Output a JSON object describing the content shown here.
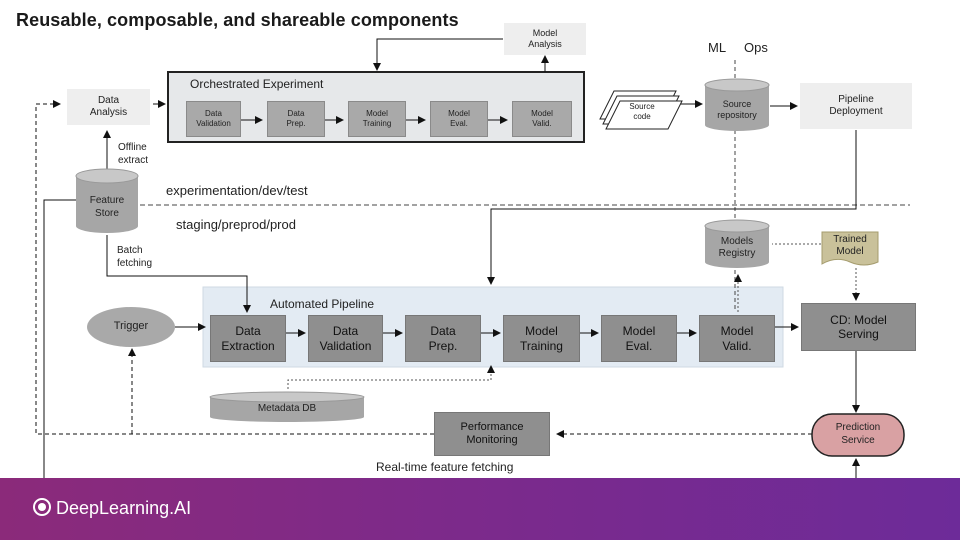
{
  "title": "Reusable, composable, and shareable components",
  "labels": {
    "ml": "ML",
    "ops": "Ops",
    "experimentation": "experimentation/dev/test",
    "staging": "staging/preprod/prod",
    "offline_extract": "Offline\nextract",
    "batch_fetching": "Batch\nfetching",
    "realtime": "Real-time feature fetching"
  },
  "experiment": {
    "title": "Orchestrated Experiment",
    "steps": [
      "Data\nValidation",
      "Data\nPrep.",
      "Model\nTraining",
      "Model\nEval.",
      "Model\nValid."
    ]
  },
  "pipeline": {
    "title": "Automated Pipeline",
    "steps": [
      "Data\nExtraction",
      "Data\nValidation",
      "Data\nPrep.",
      "Model\nTraining",
      "Model\nEval.",
      "Model\nValid."
    ]
  },
  "nodes": {
    "data_analysis": "Data\nAnalysis",
    "model_analysis": "Model\nAnalysis",
    "source_code": "Source\ncode",
    "source_repository": "Source\nrepository",
    "pipeline_deployment": "Pipeline\nDeployment",
    "feature_store": "Feature\nStore",
    "models_registry": "Models\nRegistry",
    "trained_model": "Trained\nModel",
    "trigger": "Trigger",
    "cd_serving": "CD: Model\nServing",
    "metadata_db": "Metadata DB",
    "performance_monitoring": "Performance\nMonitoring",
    "prediction_service": "Prediction\nService"
  },
  "footer": {
    "brand": "DeepLearning.AI"
  },
  "colors": {
    "footer_start": "#8b2a7a",
    "footer_end": "#6d2b99",
    "trained_model": "#c9c19a",
    "pipeline_bg": "#e3ebf3",
    "prediction": "#d9a1a3"
  }
}
